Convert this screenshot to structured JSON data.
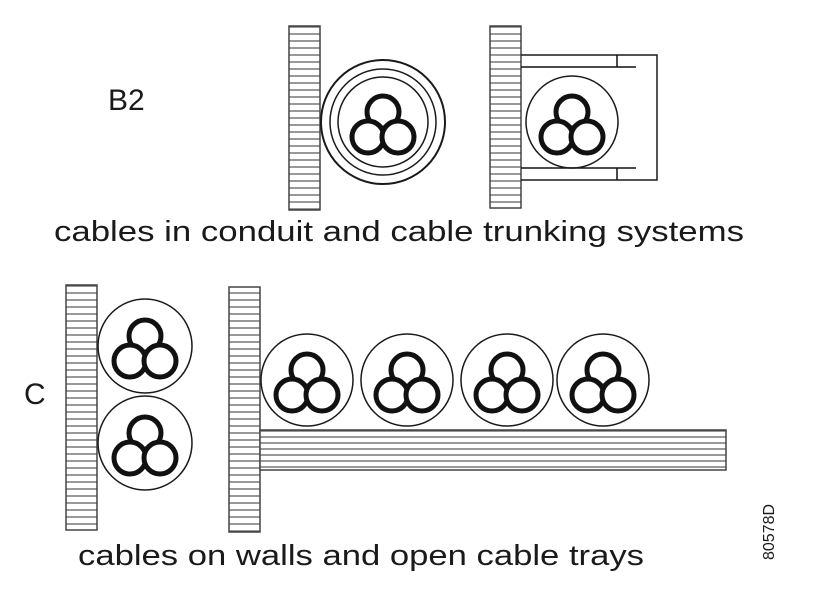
{
  "section_b2": {
    "label": "B2",
    "caption": "cables in conduit and cable trunking systems"
  },
  "section_c": {
    "label": "C",
    "caption": "cables on walls and open cable trays"
  },
  "figure_code": "80578D"
}
